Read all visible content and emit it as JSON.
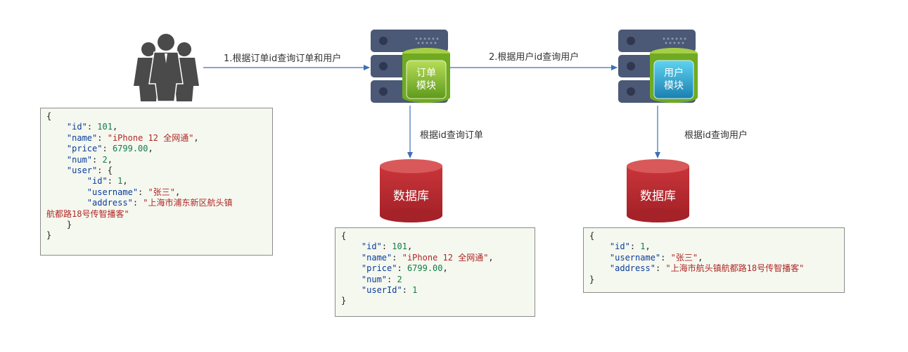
{
  "arrows": {
    "user_to_order": "1.根据订单id查询订单和用户",
    "order_to_user": "2.根据用户id查询用户",
    "order_to_db": "根据id查询订单",
    "user_to_db": "根据id查询用户"
  },
  "modules": {
    "order": {
      "line1": "订单",
      "line2": "模块",
      "color": "#7fb52a"
    },
    "user": {
      "line1": "用户",
      "line2": "模块",
      "color": "#2aa2c9"
    }
  },
  "databases": {
    "order_db": "数据库",
    "user_db": "数据库",
    "color": "#b72b2b"
  },
  "icons": {
    "people": "people-group-icon",
    "server": "server-rack-icon",
    "database": "database-cylinder-icon"
  },
  "json_boxes": {
    "combined": {
      "open": "{",
      "id_key": "\"id\"",
      "id_val": "101",
      "name_key": "\"name\"",
      "name_val": "\"iPhone 12 全网通\"",
      "price_key": "\"price\"",
      "price_val": "6799.00",
      "num_key": "\"num\"",
      "num_val": "2",
      "user_key": "\"user\"",
      "user_open": "{",
      "uid_key": "\"id\"",
      "uid_val": "1",
      "uname_key": "\"username\"",
      "uname_val": "\"张三\"",
      "addr_key": "\"address\"",
      "addr_val_1": "\"上海市浦东新区航头镇",
      "addr_val_2": "航都路18号传智播客\"",
      "user_close": "}",
      "close": "}"
    },
    "order": {
      "open": "{",
      "id_key": "\"id\"",
      "id_val": "101",
      "name_key": "\"name\"",
      "name_val": "\"iPhone 12 全网通\"",
      "price_key": "\"price\"",
      "price_val": "6799.00",
      "num_key": "\"num\"",
      "num_val": "2",
      "userid_key": "\"userId\"",
      "userid_val": "1",
      "close": "}"
    },
    "user": {
      "open": "{",
      "id_key": "\"id\"",
      "id_val": "1",
      "uname_key": "\"username\"",
      "uname_val": "\"张三\"",
      "addr_key": "\"address\"",
      "addr_val": "\"上海市航头镇航都路18号传智播客\"",
      "close": "}"
    }
  }
}
